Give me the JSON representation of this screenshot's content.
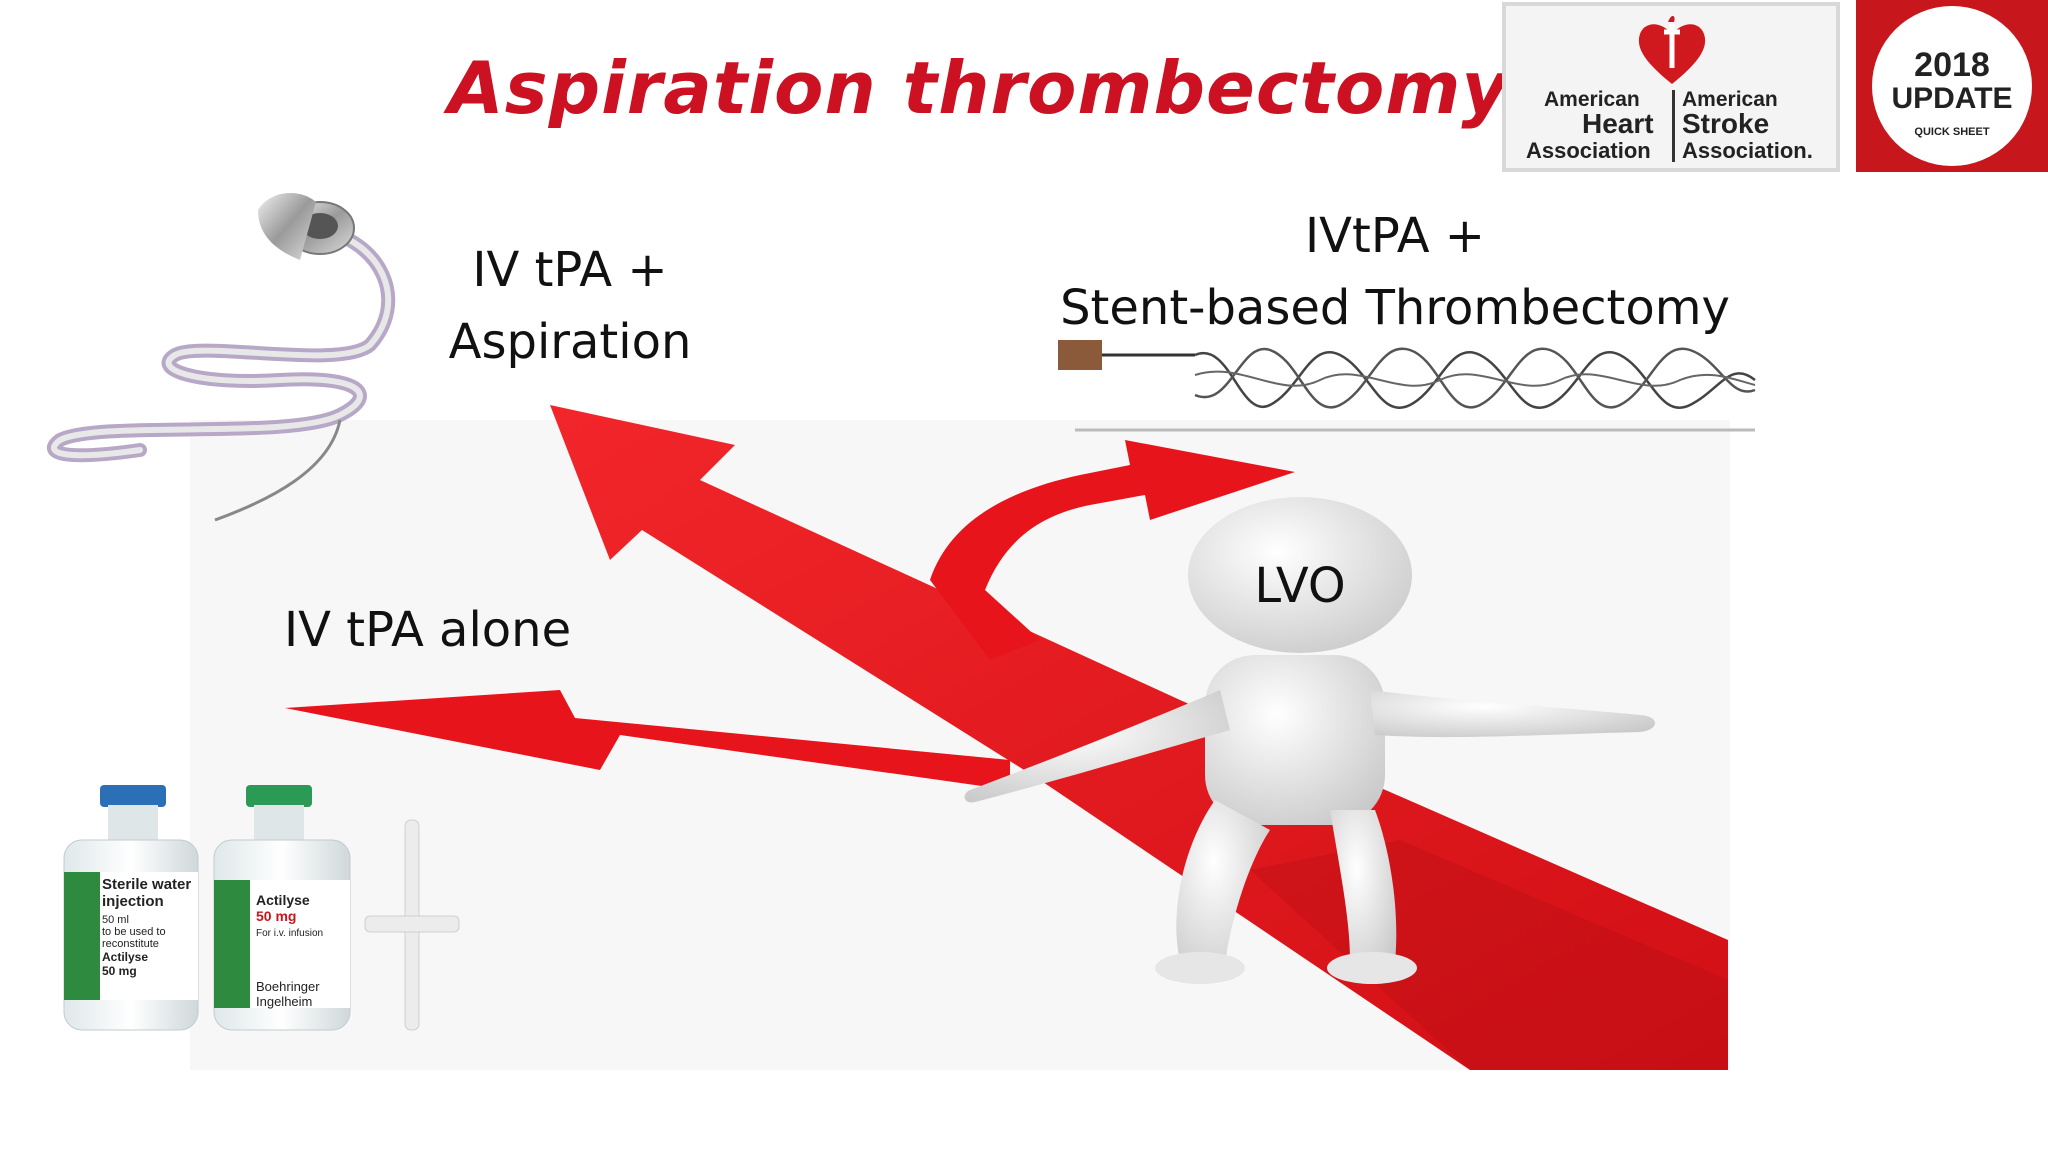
{
  "slide": {
    "title": "Aspiration thrombectomy"
  },
  "labels": {
    "aspiration_line1": "IV tPA +",
    "aspiration_line2": "Aspiration",
    "stent_line1": "IVtPA +",
    "stent_line2": "Stent-based Thrombectomy",
    "tpa_alone": "IV tPA alone",
    "lvo": "LVO"
  },
  "logo": {
    "left_line1": "American",
    "left_line2": "Heart",
    "left_line3": "Association",
    "right_line1": "American",
    "right_line2": "Stroke",
    "right_line3": "Association."
  },
  "badge": {
    "year": "2018",
    "word": "UPDATE",
    "sub": "QUICK SHEET"
  },
  "vials": {
    "left_line1": "Sterile water",
    "left_line2": "injection",
    "left_line3": "50 ml",
    "left_line4": "to be used to",
    "left_line5": "reconstitute",
    "left_line6": "Actilyse",
    "left_line7": "50 mg",
    "right_line1": "Actilyse",
    "right_line2": "50 mg",
    "right_line3": "For i.v. infusion",
    "right_line4": "Boehringer",
    "right_line5": "Ingelheim"
  },
  "colors": {
    "title": "#cc1122",
    "arrow": "#e8141c",
    "arrow_dark": "#b50e14",
    "aha_red": "#c8161d"
  }
}
